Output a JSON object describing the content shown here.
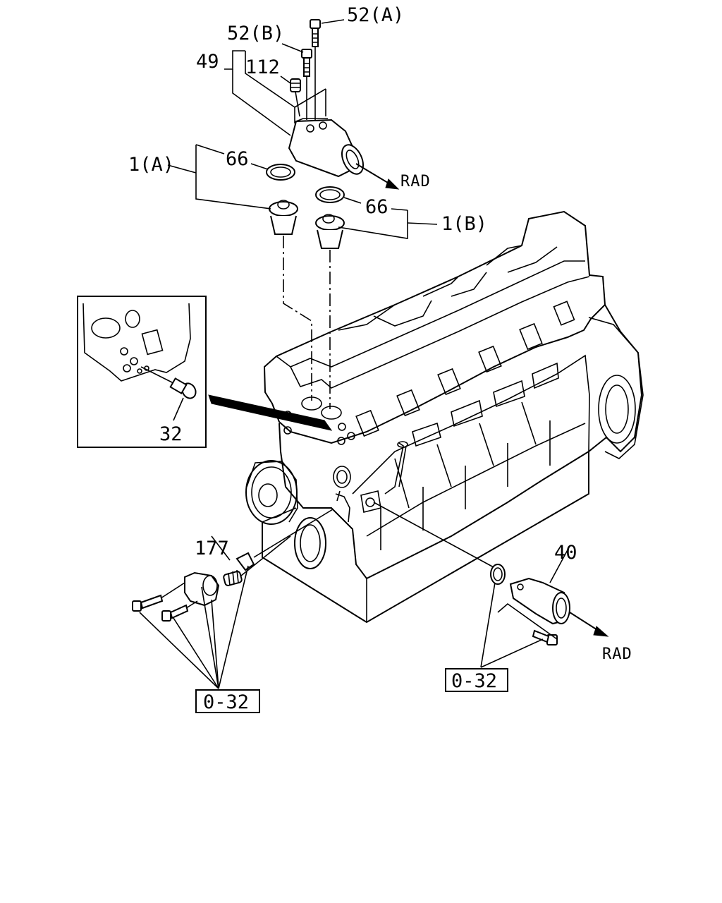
{
  "labels": {
    "p52a": "52(A)",
    "p52b": "52(B)",
    "p49": "49",
    "p112": "112",
    "p1a": "1(A)",
    "p66_top": "66",
    "p66_right": "66",
    "p1b": "1(B)",
    "rad_top": "RAD",
    "p32": "32",
    "p177": "177",
    "p40": "40",
    "rad_bottom": "RAD",
    "ref_left": "0-32",
    "ref_right": "0-32"
  }
}
